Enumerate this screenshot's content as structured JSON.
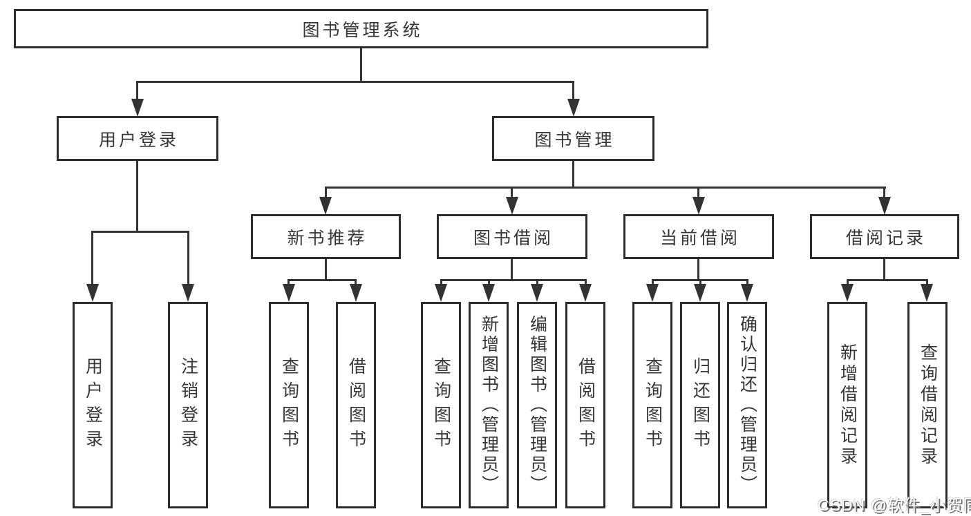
{
  "diagram": {
    "root": {
      "label": "图书管理系统"
    },
    "branches": {
      "user_login": {
        "label": "用户登录",
        "children": [
          "用户登录",
          "注销登录"
        ]
      },
      "book_management": {
        "label": "图书管理",
        "children": {
          "new_book_recommend": {
            "label": "新书推荐",
            "children": [
              "查询图书",
              "借阅图书"
            ]
          },
          "book_borrow": {
            "label": "图书借阅",
            "children": [
              "查询图书",
              "新增图书（管理员）",
              "编辑图书（管理员）",
              "借阅图书"
            ]
          },
          "current_borrow": {
            "label": "当前借阅",
            "children": [
              "查询图书",
              "归还图书",
              "确认归还（管理员）"
            ]
          },
          "borrow_records": {
            "label": "借阅记录",
            "children": [
              "新增借阅记录",
              "查询借阅记录"
            ]
          }
        }
      }
    }
  },
  "watermark": "CSDN @软件_小贺同学",
  "colors": {
    "background": "#ffffff",
    "box_border": "#2d2d2d",
    "line": "#333333",
    "text": "#363636",
    "watermark_text": "#fdfdfd"
  }
}
